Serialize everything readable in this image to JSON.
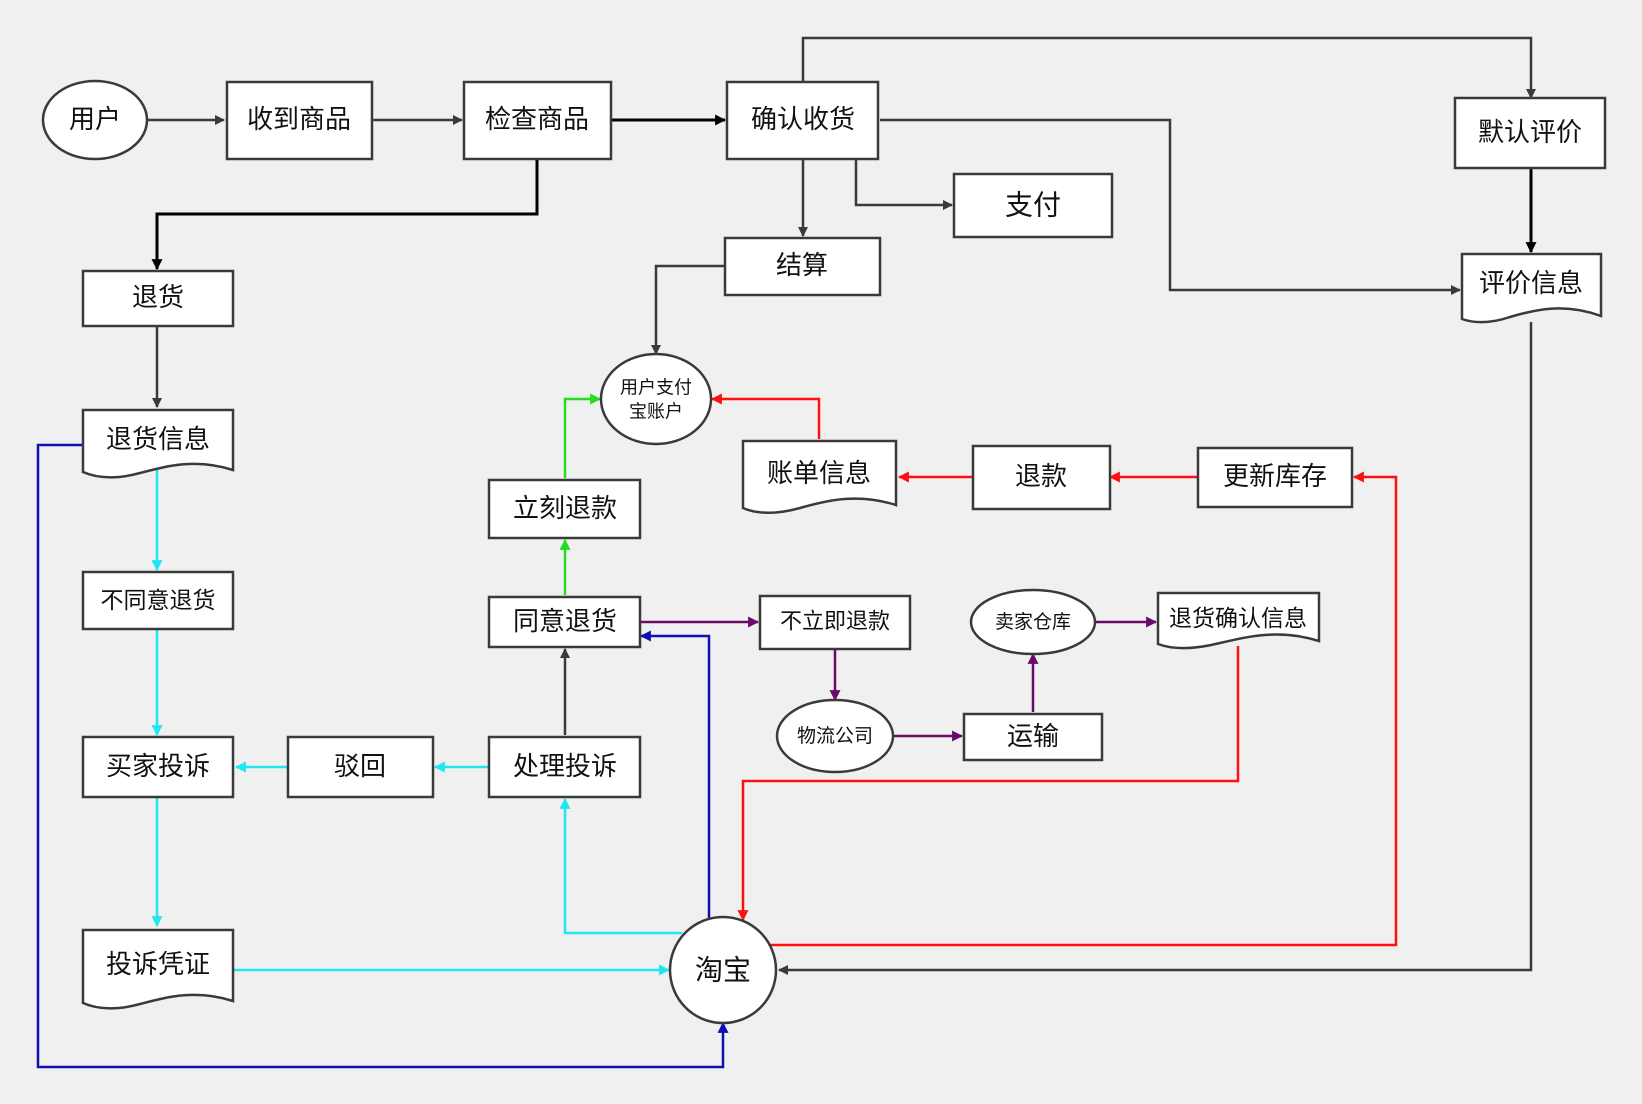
{
  "colors": {
    "background": "#f0f0f0",
    "dark_arrow": "#3a3a3a",
    "black_arrow": "#000000",
    "cyan_arrow": "#22e5f2",
    "blue_arrow": "#1010b0",
    "red_arrow": "#ff1010",
    "green_arrow": "#22dd22",
    "purple_arrow": "#6a0a6a"
  },
  "nodes": {
    "user": "用户",
    "receive_goods": "收到商品",
    "check_goods": "检查商品",
    "confirm_receipt": "确认收货",
    "default_review": "默认评价",
    "pay": "支付",
    "settle": "结算",
    "review_info": "评价信息",
    "return_goods": "退货",
    "return_info": "退货信息",
    "alipay_line1": "用户支付",
    "alipay_line2": "宝账户",
    "bill_info": "账单信息",
    "refund": "退款",
    "update_stock": "更新库存",
    "instant_refund": "立刻退款",
    "disagree_return": "不同意退货",
    "agree_return": "同意退货",
    "not_instant_refund": "不立即退款",
    "seller_warehouse": "卖家仓库",
    "return_confirm_info": "退货确认信息",
    "logistics": "物流公司",
    "transport": "运输",
    "buyer_complaint": "买家投诉",
    "reject": "驳回",
    "handle_complaint": "处理投诉",
    "complaint_evidence": "投诉凭证",
    "taobao": "淘宝"
  }
}
